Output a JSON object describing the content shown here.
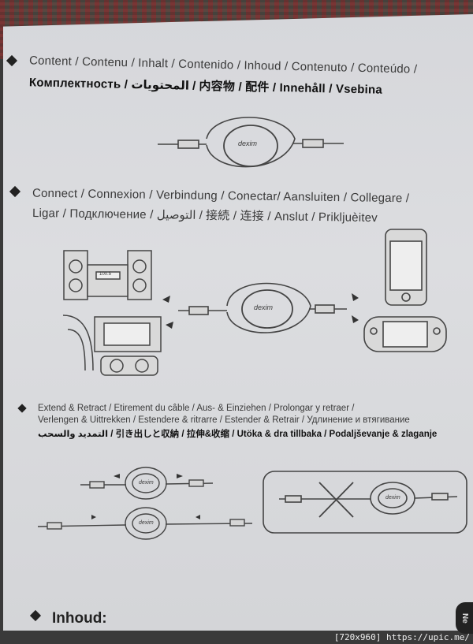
{
  "section_content": {
    "line1": "Content / Contenu / Inhalt / Contenido / Inhoud / Contenuto / Conteúdo /",
    "line2": "Комплектность / المحتويات / 内容物 / 配件 / Innehåll / Vsebina",
    "product_logo": "dexim"
  },
  "section_connect": {
    "line1": "Connect / Connexion / Verbindung / Conectar/ Aansluiten / Collegare /",
    "line2": "Ligar / Подключение / التوصيل / 接続 / 连接 / Anslut / Prikljuèitev",
    "tape_display": "100.5",
    "product_logo": "dexim"
  },
  "section_extend": {
    "line1": "Extend & Retract / Etirement du câble / Aus- & Einziehen / Prolongar y retraer /",
    "line2": "Verlengen & Uittrekken / Estendere & ritrarre / Estender & Retrair / Удлинение и втягивание",
    "line3": "التمديد والسحب / 引き出しと収納 / 拉伸&收缩 / Utöka & dra tillbaka / Podaljševanje & zlaganje",
    "product_logo": "dexim"
  },
  "section_next": {
    "heading": "Inhoud:"
  },
  "side_tab": "Ne",
  "watermark": "[720x960] https://upic.me/"
}
